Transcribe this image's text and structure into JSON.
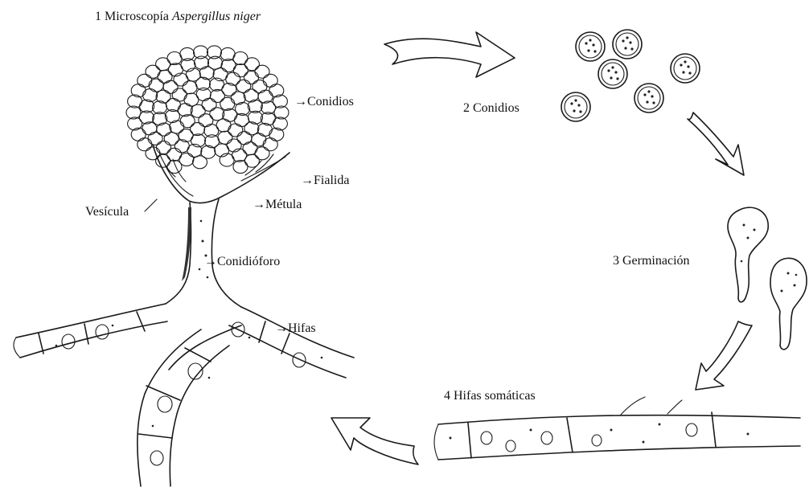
{
  "title": {
    "prefix": "1 Microscopía ",
    "species": "Aspergillus niger"
  },
  "labels": {
    "conidios": "Conidios",
    "fialida": "Fialida",
    "metula": "Métula",
    "vesicula": "Vesícula",
    "conidioforo": "Conidióforo",
    "hifas": "Hifas"
  },
  "stages": {
    "s2": "2 Conidios",
    "s3": "3 Germinación",
    "s4": "4 Hifas somáticas"
  },
  "arrow_glyph": "→"
}
